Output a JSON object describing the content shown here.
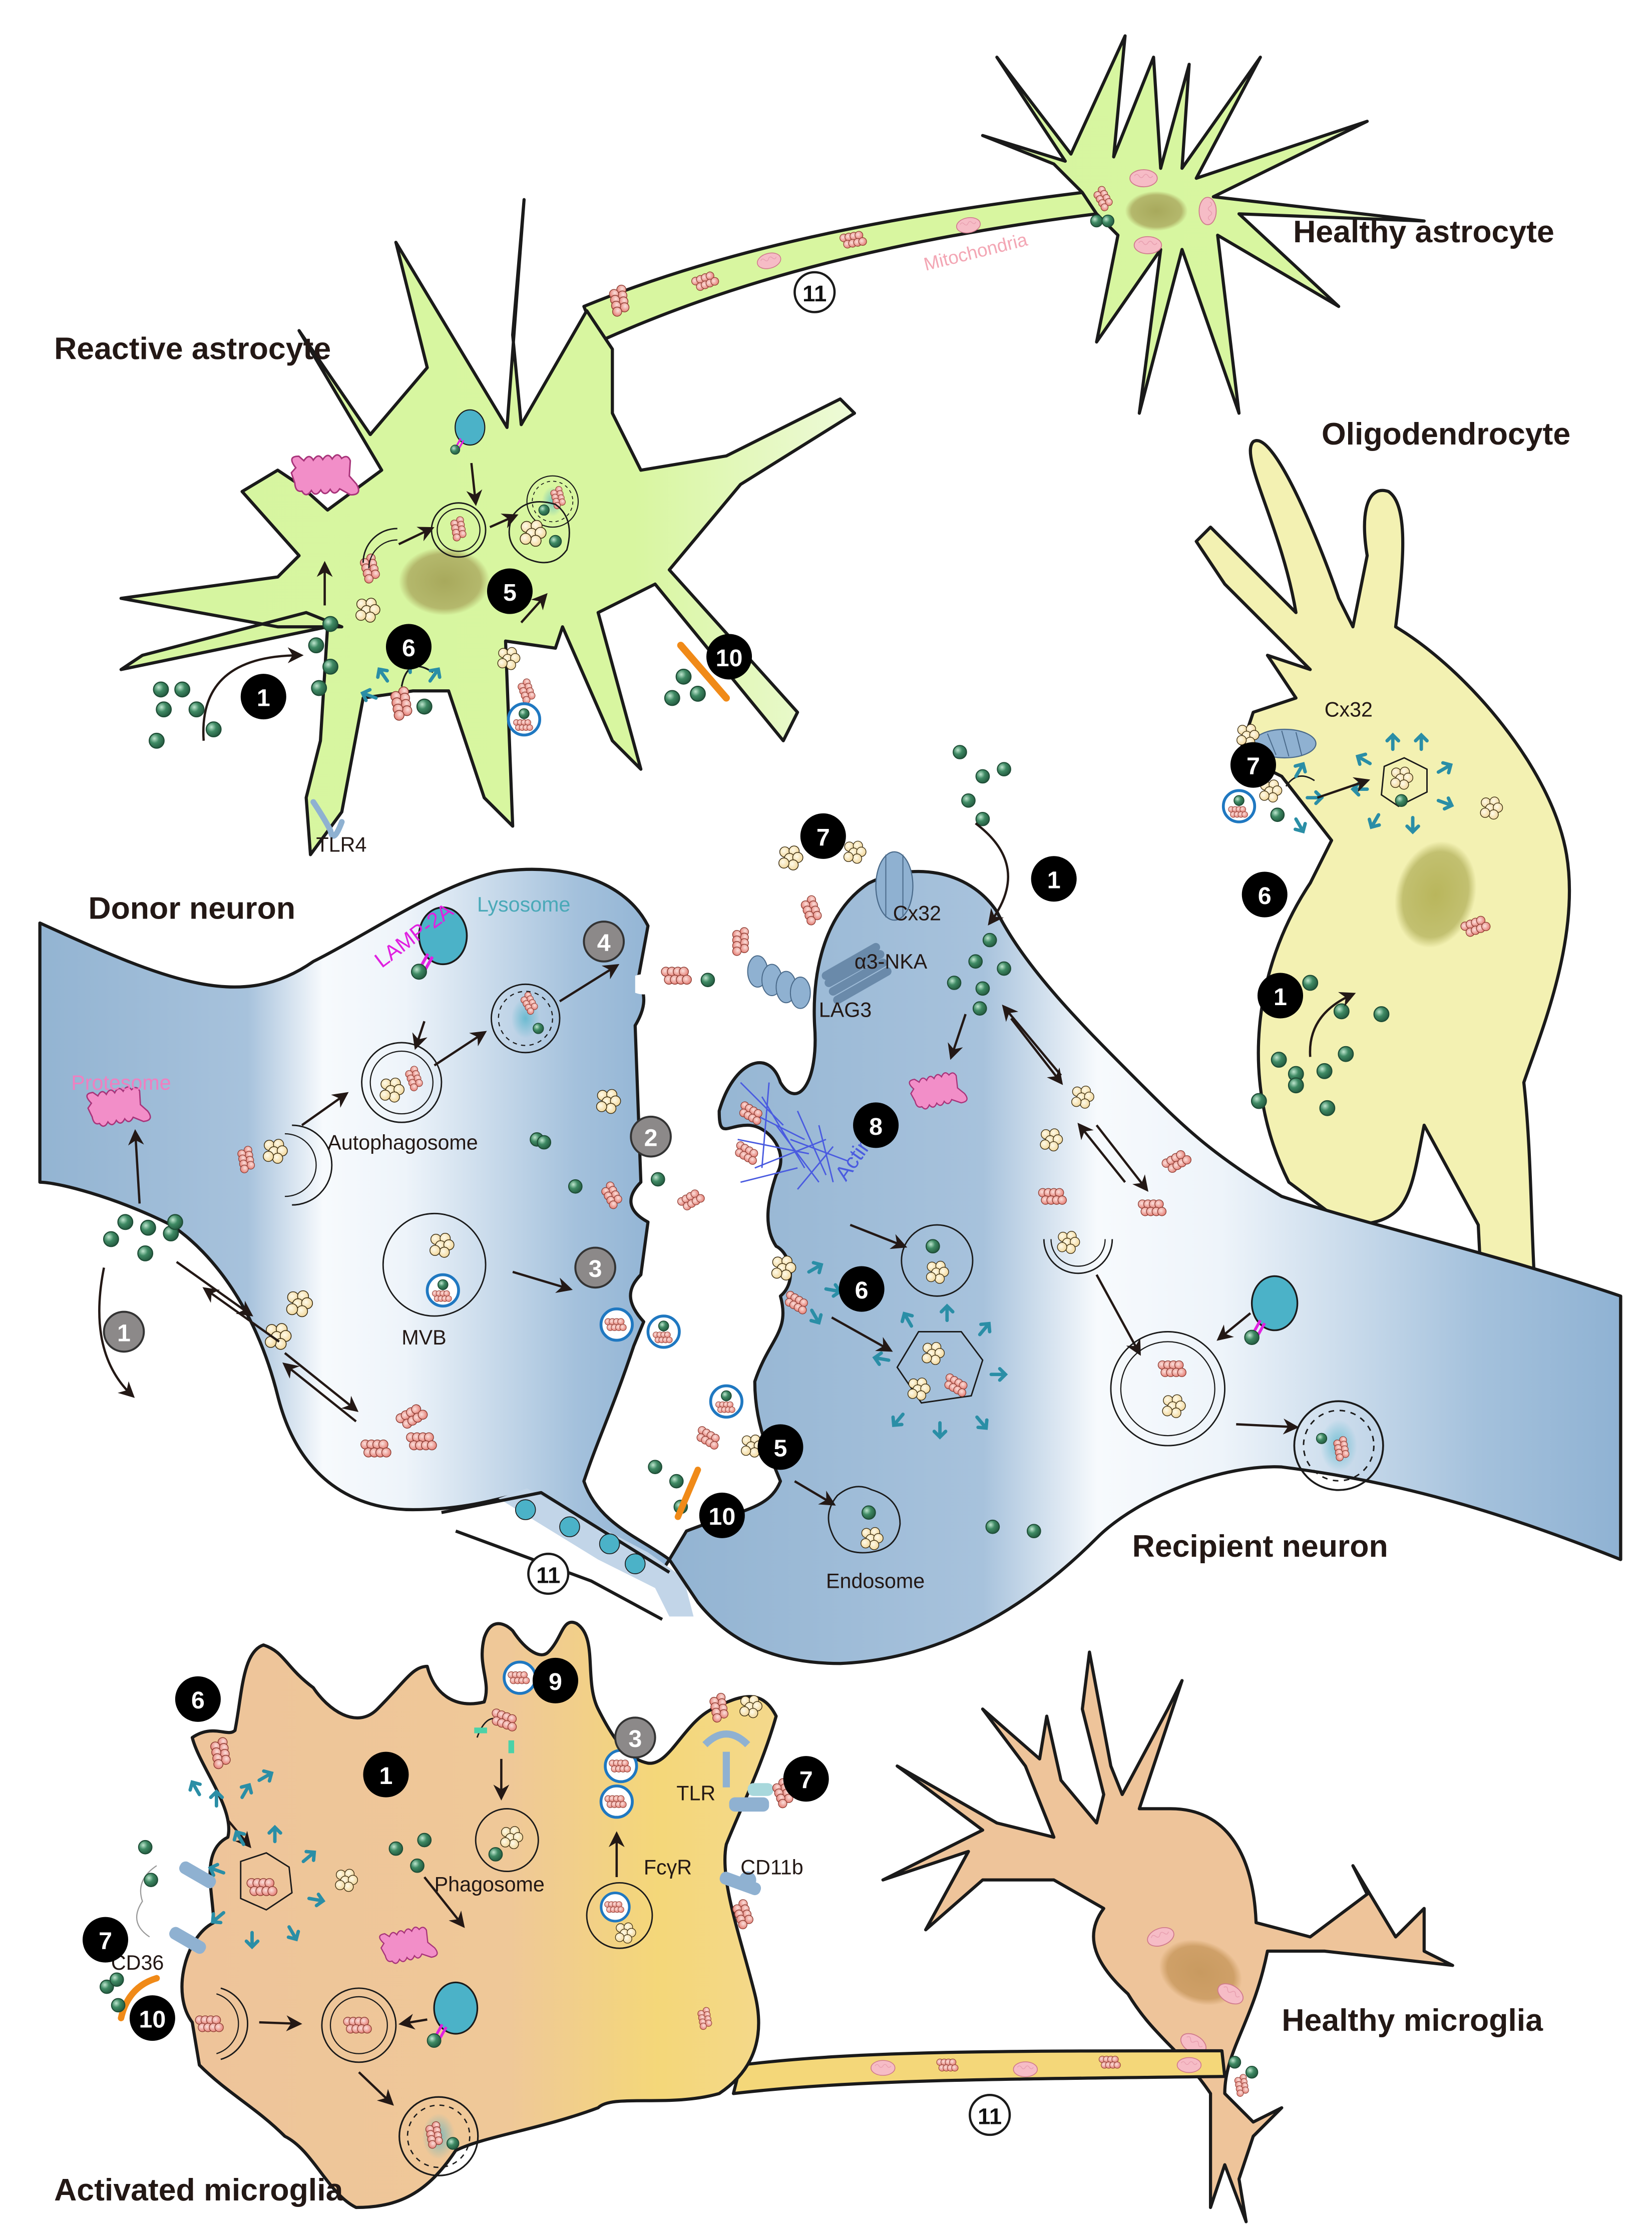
{
  "figure": {
    "cells": {
      "reactive_astrocyte": "Reactive astrocyte",
      "healthy_astrocyte": "Healthy astrocyte",
      "oligodendrocyte": "Oligodendrocyte",
      "donor_neuron": "Donor neuron",
      "recipient_neuron": "Recipient neuron",
      "activated_microglia": "Activated microglia",
      "healthy_microglia": "Healthy microglia"
    },
    "labels": {
      "mitochondria": "Mitochondria",
      "tlr4": "TLR4",
      "lysosome": "Lysosome",
      "lamp2a": "LAMP-2A",
      "protesome": "Protesome",
      "autophagosome": "Autophagosome",
      "mvb": "MVB",
      "cx32_neuron": "Cx32",
      "a3nka": "α3-NKA",
      "lag3": "LAG3",
      "actin": "Actin",
      "endosome": "Endosome",
      "cx32_oligo": "Cx32",
      "phagosome": "Phagosome",
      "tlr": "TLR",
      "fcgr": "FcγR",
      "cd11b": "CD11b",
      "cd36": "CD36"
    },
    "badges": {
      "ra_1": "1",
      "ra_5": "5",
      "ra_6": "6",
      "ra_10": "10",
      "tunnel_top": "11",
      "dn_1": "1",
      "dn_2": "2",
      "dn_3": "3",
      "dn_4": "4",
      "rn_7": "7",
      "rn_1": "1",
      "rn_8": "8",
      "rn_6": "6",
      "rn_5": "5",
      "rn_10": "10",
      "tunnel_mid": "11",
      "ol_7": "7",
      "ol_6": "6",
      "ol_1": "1",
      "am_6": "6",
      "am_1": "1",
      "am_9": "9",
      "am_3": "3",
      "am_7a": "7",
      "am_7b": "7",
      "am_10": "10",
      "tunnel_bot": "11"
    },
    "colors": {
      "astrocyte_fill": "#d8f6a0",
      "oligodendrocyte_fill": "#f3f1b2",
      "neuron_fill": "#9bbad6",
      "microglia_fill": "#eec49a",
      "microglia_tip": "#f4d779",
      "monomer": "#3f8a64",
      "oligomer": "#f6e2b0",
      "fibril": "#e88a80",
      "proteasome": "#f28ec8",
      "lysosome": "#4bb2c8",
      "receptor": "#8fb1d1",
      "tnt_orange": "#f08a18",
      "exosome_ring": "#1f78c1",
      "clathrin": "#2a8ea6",
      "badge_black": "#000000",
      "badge_gray": "#8c8989"
    }
  }
}
